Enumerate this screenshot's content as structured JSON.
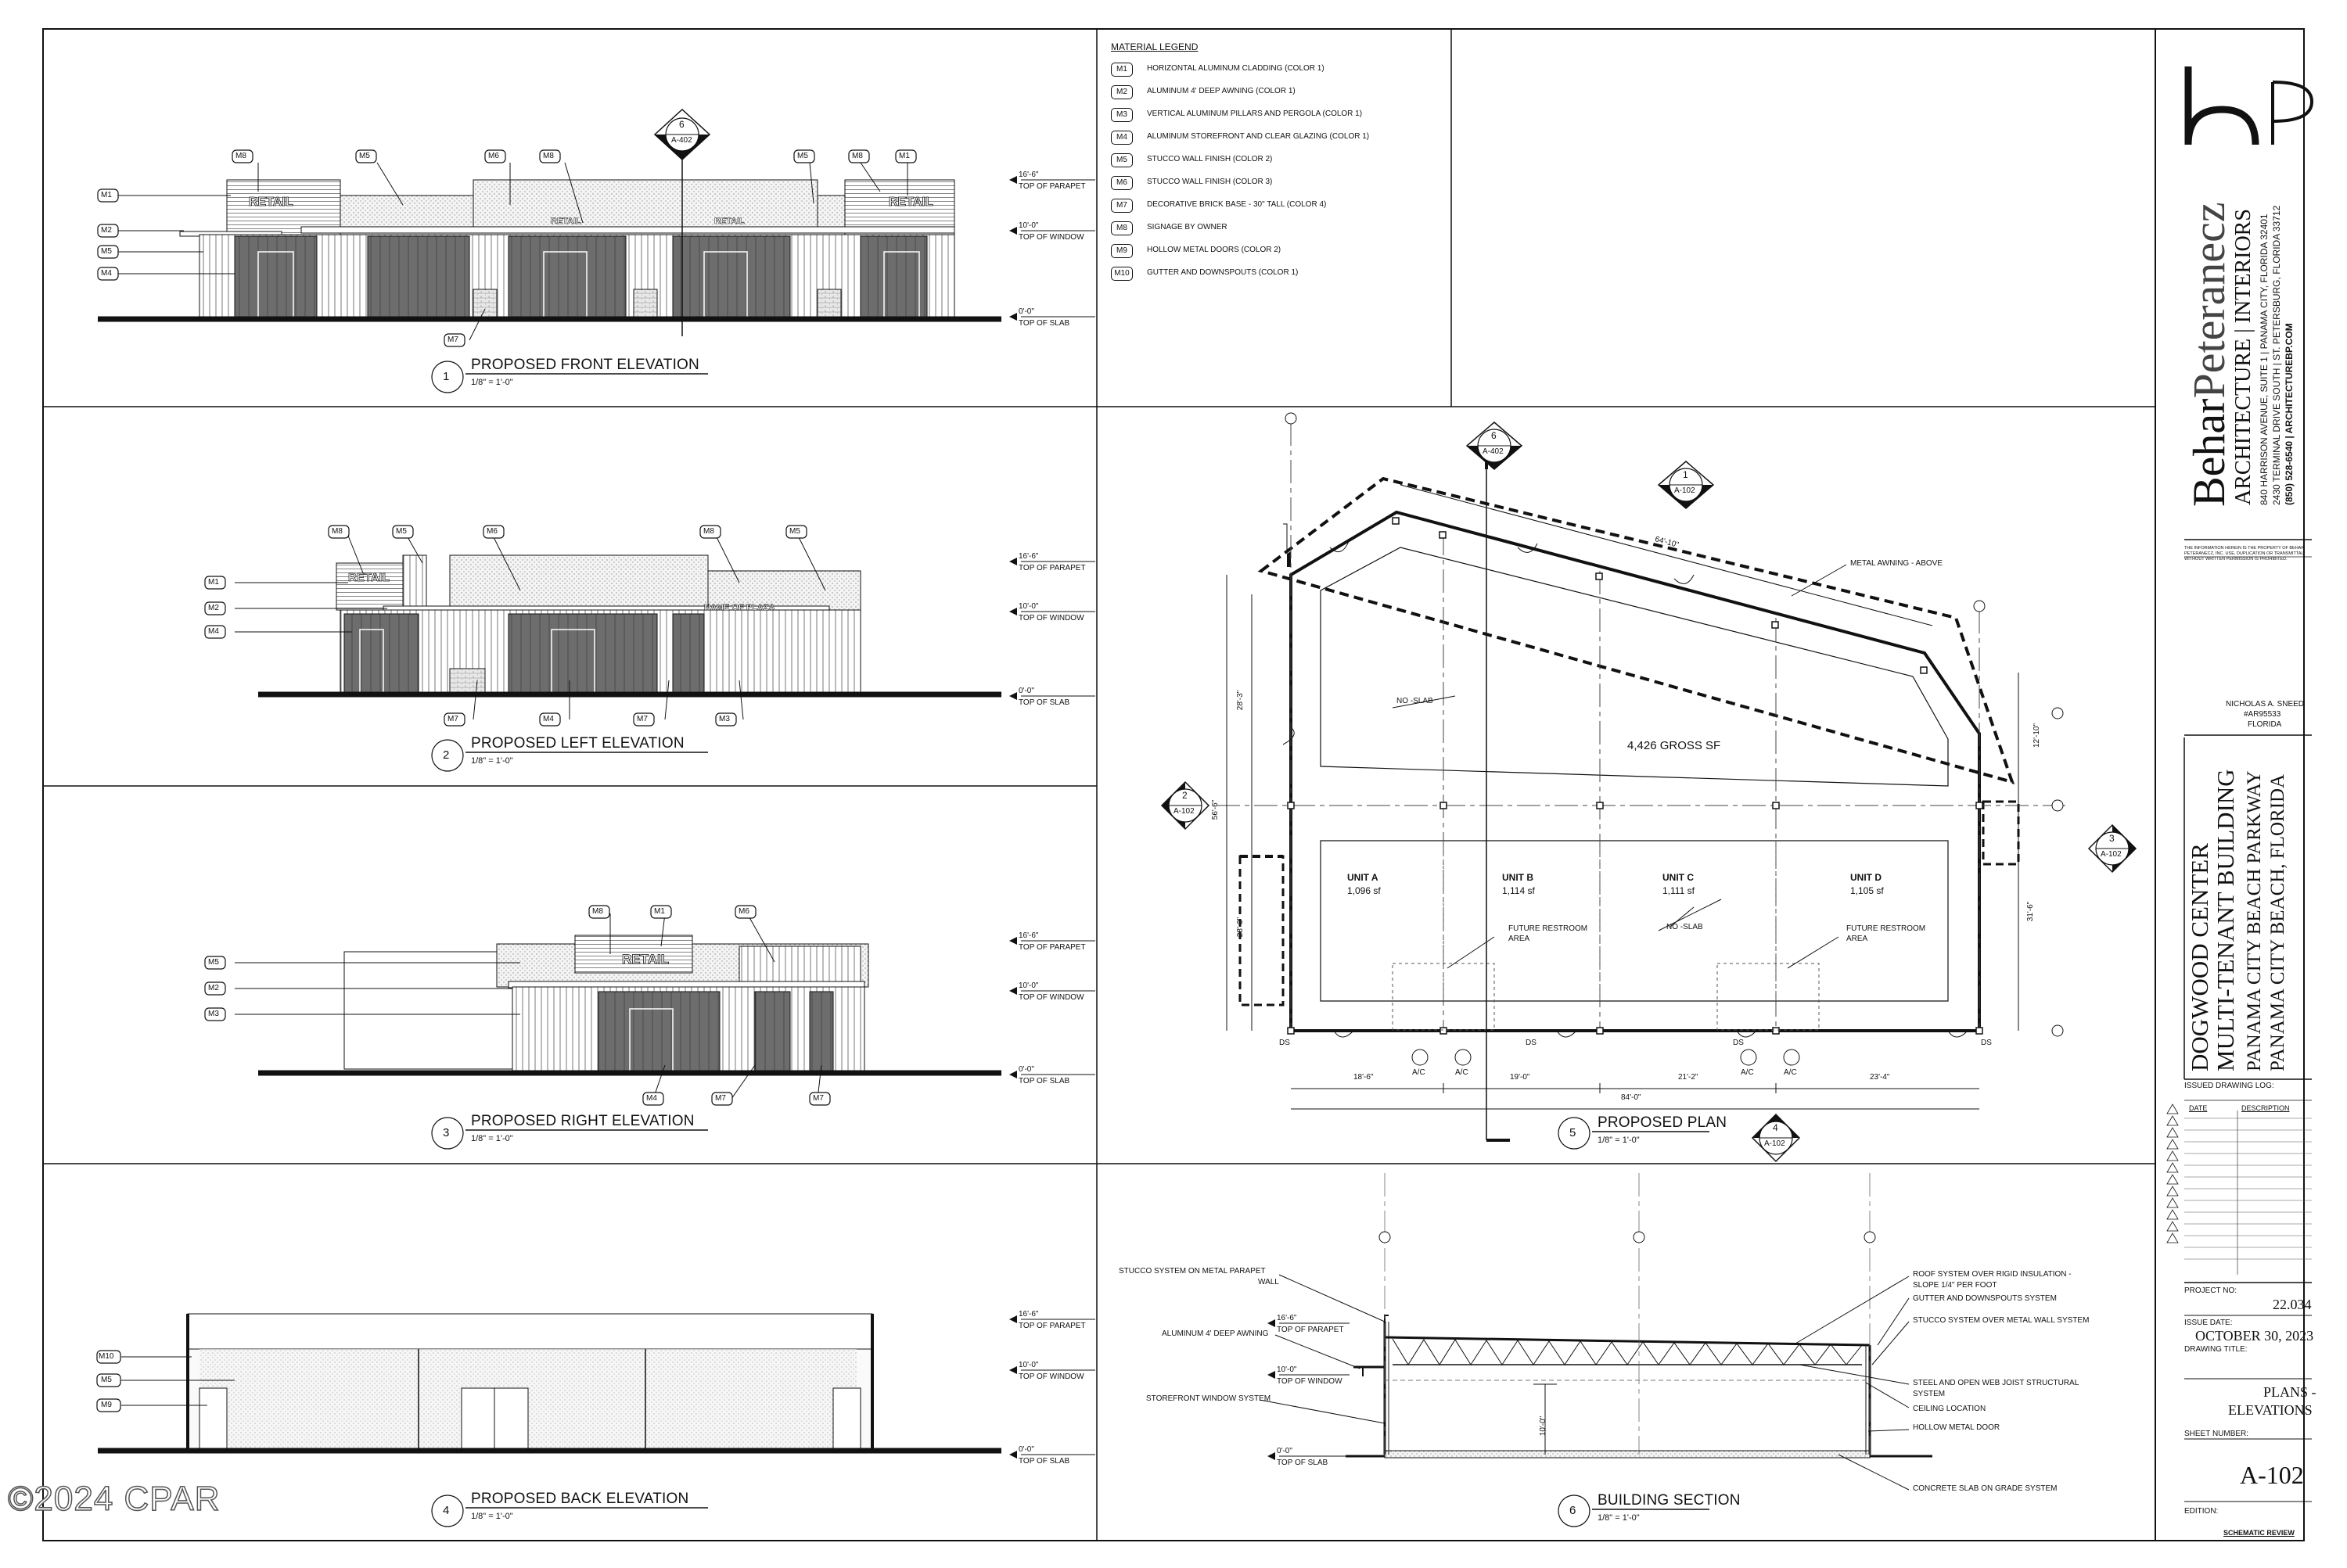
{
  "legend": {
    "title": "MATERIAL LEGEND",
    "items": [
      {
        "tag": "M1",
        "text": "HORIZONTAL ALUMINUM CLADDING (COLOR 1)"
      },
      {
        "tag": "M2",
        "text": "ALUMINUM 4' DEEP AWNING (COLOR 1)"
      },
      {
        "tag": "M3",
        "text": "VERTICAL ALUMINUM PILLARS AND PERGOLA (COLOR 1)"
      },
      {
        "tag": "M4",
        "text": "ALUMINUM STOREFRONT AND CLEAR GLAZING (COLOR 1)"
      },
      {
        "tag": "M5",
        "text": "STUCCO WALL FINISH (COLOR 2)"
      },
      {
        "tag": "M6",
        "text": "STUCCO WALL FINISH (COLOR 3)"
      },
      {
        "tag": "M7",
        "text": "DECORATIVE BRICK BASE - 30\" TALL (COLOR 4)"
      },
      {
        "tag": "M8",
        "text": "SIGNAGE BY OWNER"
      },
      {
        "tag": "M9",
        "text": "HOLLOW METAL DOORS (COLOR 2)"
      },
      {
        "tag": "M10",
        "text": "GUTTER AND DOWNSPOUTS (COLOR 1)"
      }
    ]
  },
  "levels": {
    "parapet_value": "16'-6\"",
    "parapet_label": "TOP OF PARAPET",
    "window_value": "10'-0\"",
    "window_label": "TOP OF WINDOW",
    "slab_value": "0'-0\"",
    "slab_label": "TOP OF SLAB"
  },
  "drawings": {
    "front": {
      "num": "1",
      "title": "PROPOSED FRONT ELEVATION",
      "scale": "1/8\" = 1'-0\""
    },
    "left": {
      "num": "2",
      "title": "PROPOSED LEFT ELEVATION",
      "scale": "1/8\" = 1'-0\""
    },
    "right": {
      "num": "3",
      "title": "PROPOSED RIGHT ELEVATION",
      "scale": "1/8\" = 1'-0\""
    },
    "back": {
      "num": "4",
      "title": "PROPOSED BACK ELEVATION",
      "scale": "1/8\" = 1'-0\""
    },
    "plan": {
      "num": "5",
      "title": "PROPOSED PLAN",
      "scale": "1/8\" = 1'-0\""
    },
    "section": {
      "num": "6",
      "title": "BUILDING SECTION",
      "scale": "1/8\" = 1'-0\""
    }
  },
  "signage": {
    "retail": "RETAIL",
    "plaza": "NAME OF PLAZA"
  },
  "section_marker": {
    "num": "6",
    "sheet": "A-402"
  },
  "plan": {
    "gross": "4,426 GROSS SF",
    "no_slab": "NO -SLAB",
    "metal_awning": "METAL AWNING - ABOVE",
    "future_restroom": "FUTURE RESTROOM",
    "area": "AREA",
    "units": [
      {
        "name": "UNIT A",
        "sf": "1,096 sf"
      },
      {
        "name": "UNIT B",
        "sf": "1,114 sf"
      },
      {
        "name": "UNIT C",
        "sf": "1,111 sf"
      },
      {
        "name": "UNIT D",
        "sf": "1,105 sf"
      }
    ],
    "dims": {
      "d1": "18'-6\"",
      "d2": "19'-0\"",
      "d3": "21'-2\"",
      "d4": "23'-4\"",
      "total": "84'-0\"",
      "top": "64'-10\"",
      "left_top": "28'-3\"",
      "left_bot": "28'-3\"",
      "left_total": "56'-6\"",
      "right": "31'-6\"",
      "angled": "12'-10\""
    },
    "ds": "DS",
    "ac": "A/C",
    "markers": {
      "m1": {
        "num": "1",
        "sheet": "A-102"
      },
      "m2": {
        "num": "2",
        "sheet": "A-102"
      },
      "m3": {
        "num": "3",
        "sheet": "A-102"
      },
      "m4": {
        "num": "4",
        "sheet": "A-102"
      },
      "m6": {
        "num": "6",
        "sheet": "A-402"
      }
    }
  },
  "section": {
    "left_callouts": [
      "STUCCO SYSTEM ON METAL PARAPET",
      "WALL",
      "ALUMINUM 4' DEEP AWNING",
      "STOREFRONT WINDOW SYSTEM"
    ],
    "right_callouts": [
      "ROOF SYSTEM OVER RIGID INSULATION -",
      "SLOPE 1/4\" PER FOOT",
      "GUTTER AND DOWNSPOUTS SYSTEM",
      "STUCCO SYSTEM OVER METAL WALL SYSTEM",
      "STEEL AND OPEN WEB JOIST STRUCTURAL",
      "SYSTEM",
      "CEILING LOCATION",
      "HOLLOW METAL DOOR",
      "CONCRETE SLAB ON GRADE SYSTEM"
    ],
    "height": "10'-0\""
  },
  "titleblock": {
    "firm1": "Behar",
    "firm2": "Peteranecz",
    "firm_sub": "ARCHITECTURE | INTERIORS",
    "addr1": "840 HARRISON AVENUE, SUITE 1 | PANAMA CITY, FLORIDA 32401",
    "addr2": "2430 TERMINAL DRIVE SOUTH | ST. PETERSBURG, FLORIDA 33712",
    "addr3": "(850) 528-6540 | ARCHITECTUREBP.COM",
    "disclaimer": "THE INFORMATION HEREIN IS THE PROPERTY OF BEHAR PETERANECZ, INC. USE, DUPLICATION OR TRANSMITTAL WITHOUT WRITTEN PERMISSION IS PROHIBITED.",
    "architect": "NICHOLAS A. SNEED",
    "license": "#AR95533",
    "state": "FLORIDA",
    "project1": "DOGWOOD CENTER",
    "project2": "MULTI-TENANT BUILDING",
    "project3": "PANAMA CITY BEACH PARKWAY",
    "project4": "PANAMA CITY BEACH, FLORIDA",
    "log_title": "ISSUED DRAWING LOG:",
    "log_date": "DATE",
    "log_desc": "DESCRIPTION",
    "project_no_label": "PROJECT NO:",
    "project_no": "22.034",
    "issue_date_label": "ISSUE DATE:",
    "issue_date": "OCTOBER 30, 2023",
    "drawing_title_label": "DRAWING TITLE:",
    "drawing_title1": "PLANS -",
    "drawing_title2": "ELEVATIONS",
    "sheet_label": "SHEET NUMBER:",
    "sheet": "A-102",
    "edition_label": "EDITION:",
    "edition": "SCHEMATIC REVIEW"
  },
  "watermark": "©2024 CPAR"
}
